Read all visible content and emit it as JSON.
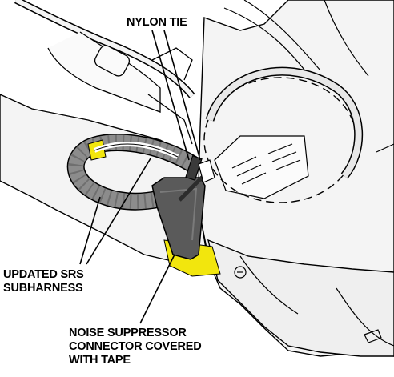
{
  "callouts": {
    "nylon_tie": "NYLON TIE",
    "updated_srs_subharness": [
      "UPDATED SRS",
      "SUBHARNESS"
    ],
    "noise_suppressor": [
      "NOISE SUPPRESSOR",
      "CONNECTOR COVERED",
      "WITH TAPE"
    ]
  },
  "colors": {
    "tape": "#f2e60d",
    "harness": "#8c8c8c",
    "connector": "#5a5a5a",
    "panel": "#f4f4f4",
    "outline": "#000000"
  }
}
